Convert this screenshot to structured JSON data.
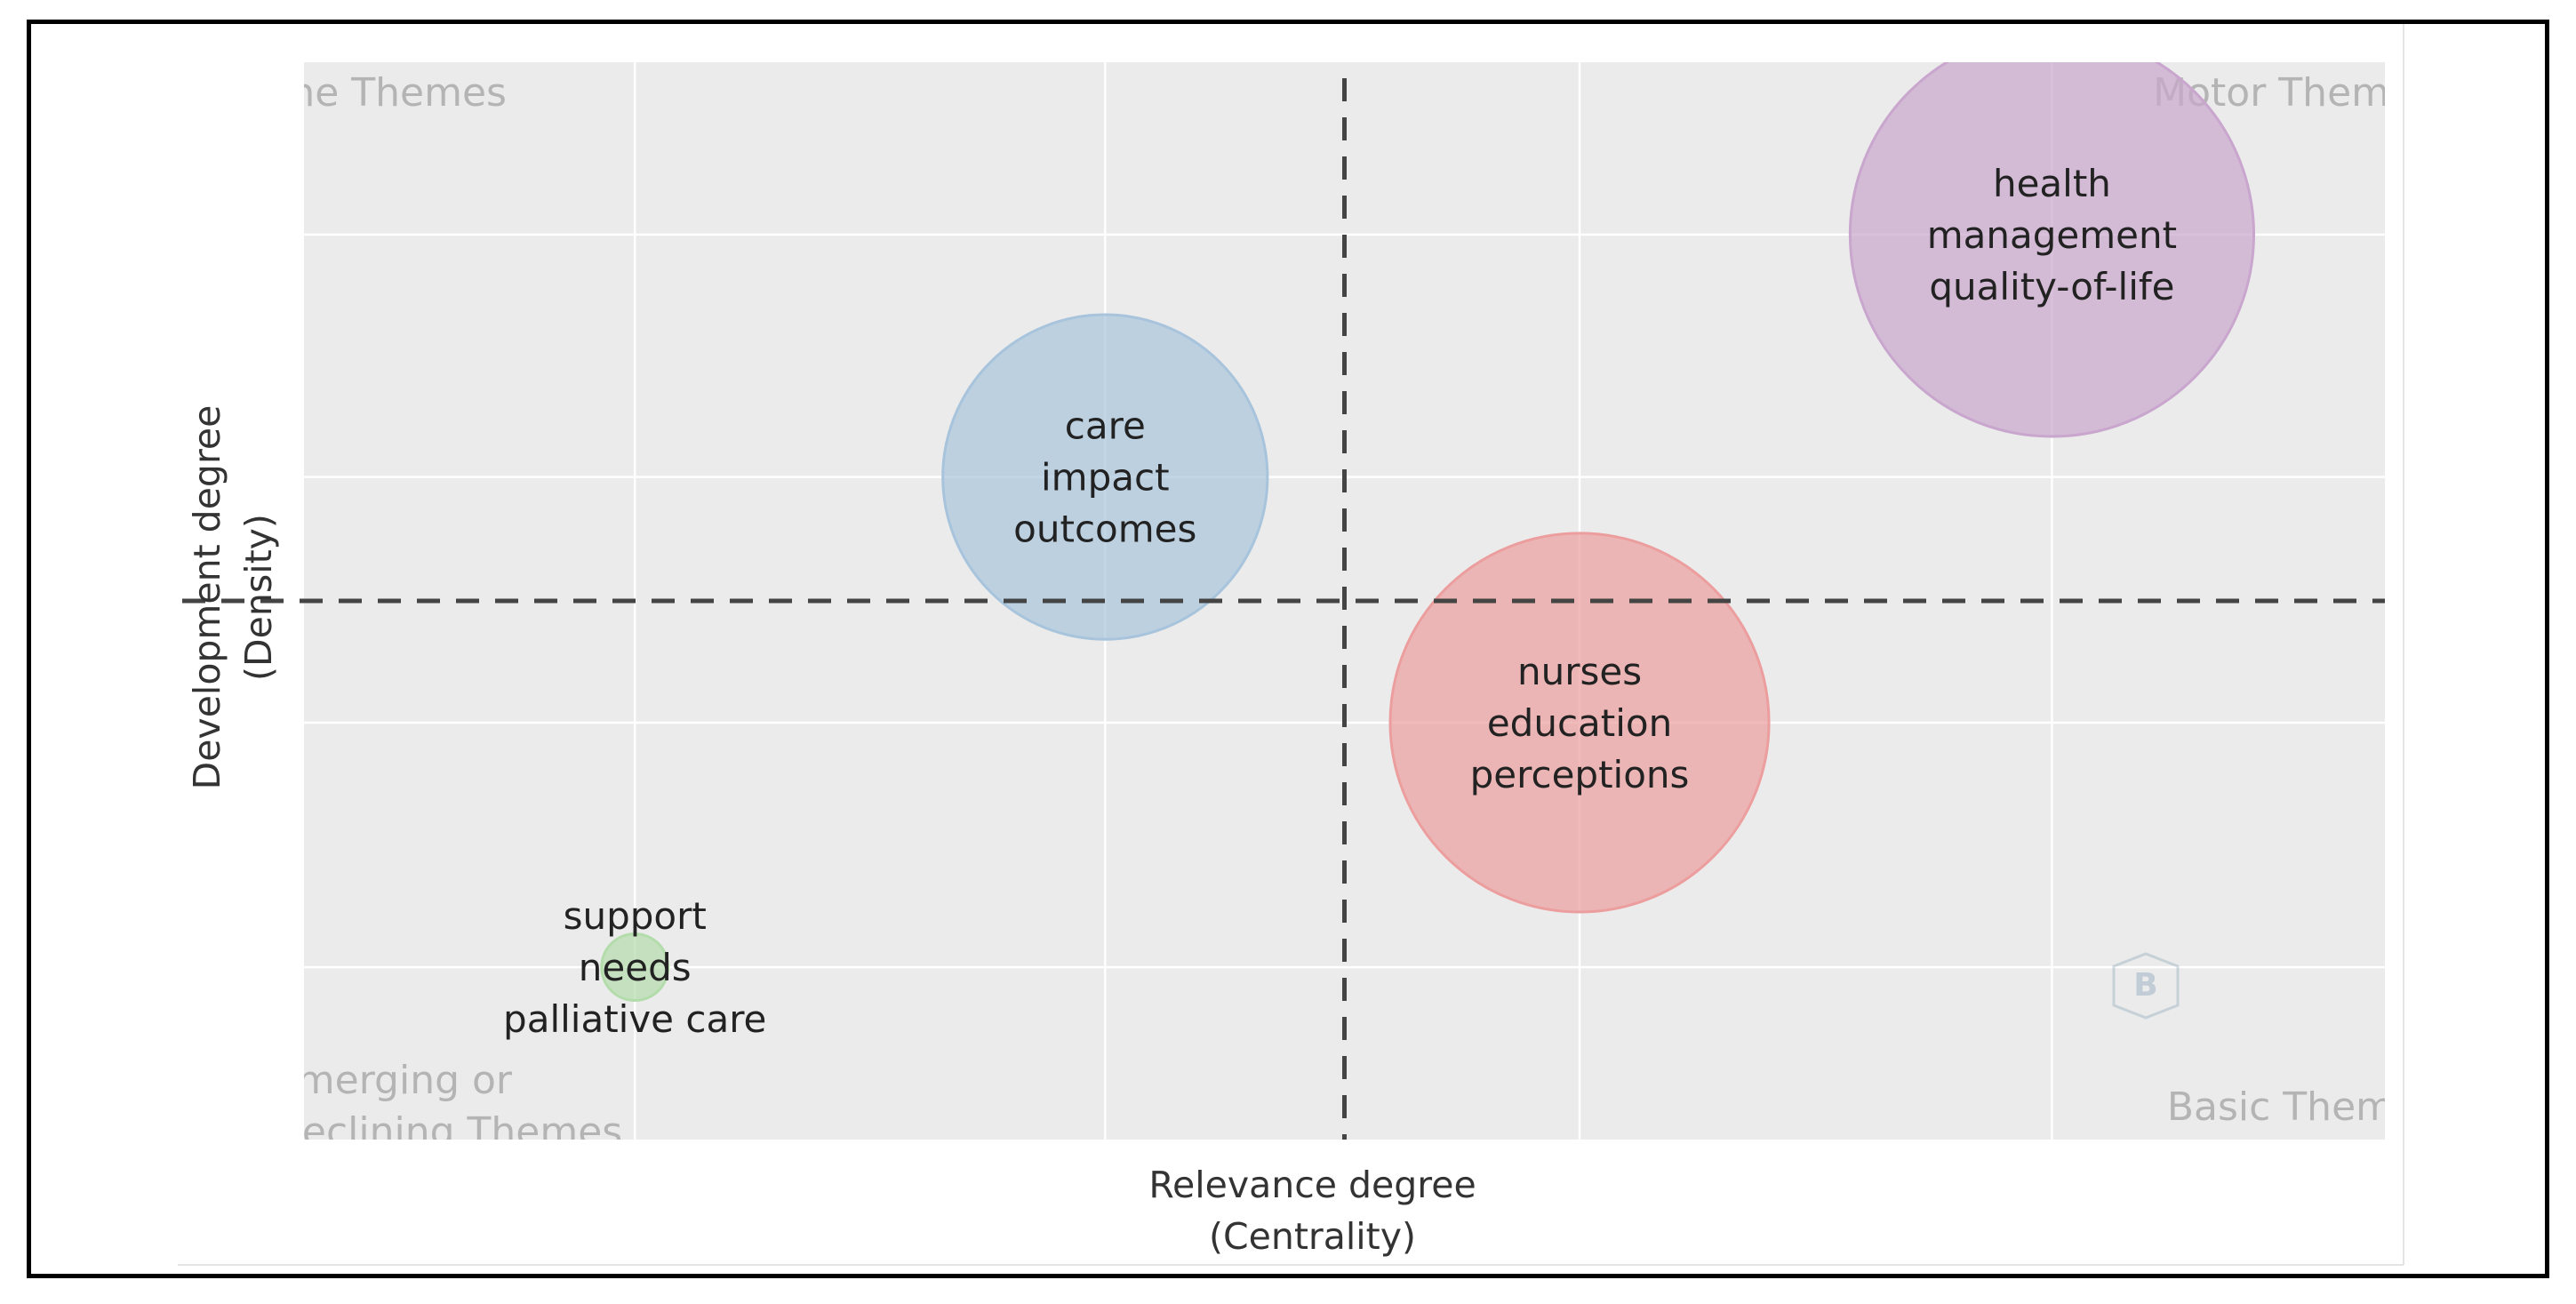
{
  "chart_data": {
    "type": "bubble",
    "title": "",
    "xlabel": [
      "Relevance degree",
      "(Centrality)"
    ],
    "ylabel": [
      "Development degree",
      "(Density)"
    ],
    "xlim": [
      0,
      1
    ],
    "ylim": [
      0,
      1
    ],
    "reference_lines": {
      "x": 0.5,
      "y": 0.5,
      "style": "dashed"
    },
    "grid": true,
    "quadrant_labels": {
      "top_left": [
        "Niche Themes"
      ],
      "top_right": [
        "Motor Themes"
      ],
      "bottom_left": [
        "Emerging or",
        "Declining Themes"
      ],
      "bottom_right": [
        "Basic Themes"
      ]
    },
    "series": [
      {
        "words": [
          "health",
          "management",
          "quality-of-life"
        ],
        "x": 0.84,
        "y": 0.84,
        "size": 0.097,
        "color": "#c9a6cd"
      },
      {
        "words": [
          "care",
          "impact",
          "outcomes"
        ],
        "x": 0.385,
        "y": 0.615,
        "size": 0.078,
        "color": "#a8c4dc"
      },
      {
        "words": [
          "nurses",
          "education",
          "perceptions"
        ],
        "x": 0.613,
        "y": 0.387,
        "size": 0.091,
        "color": "#ec9e9e"
      },
      {
        "words": [
          "support",
          "needs",
          "palliative care"
        ],
        "x": 0.159,
        "y": 0.16,
        "size": 0.016,
        "color": "#b3dcab"
      }
    ],
    "colors": {
      "plot_background": "#ebebeb",
      "grid": "#ffffff",
      "reference_line": "#444444",
      "quadrant_text": "#b4b4b4",
      "label_text": "#222222"
    }
  }
}
